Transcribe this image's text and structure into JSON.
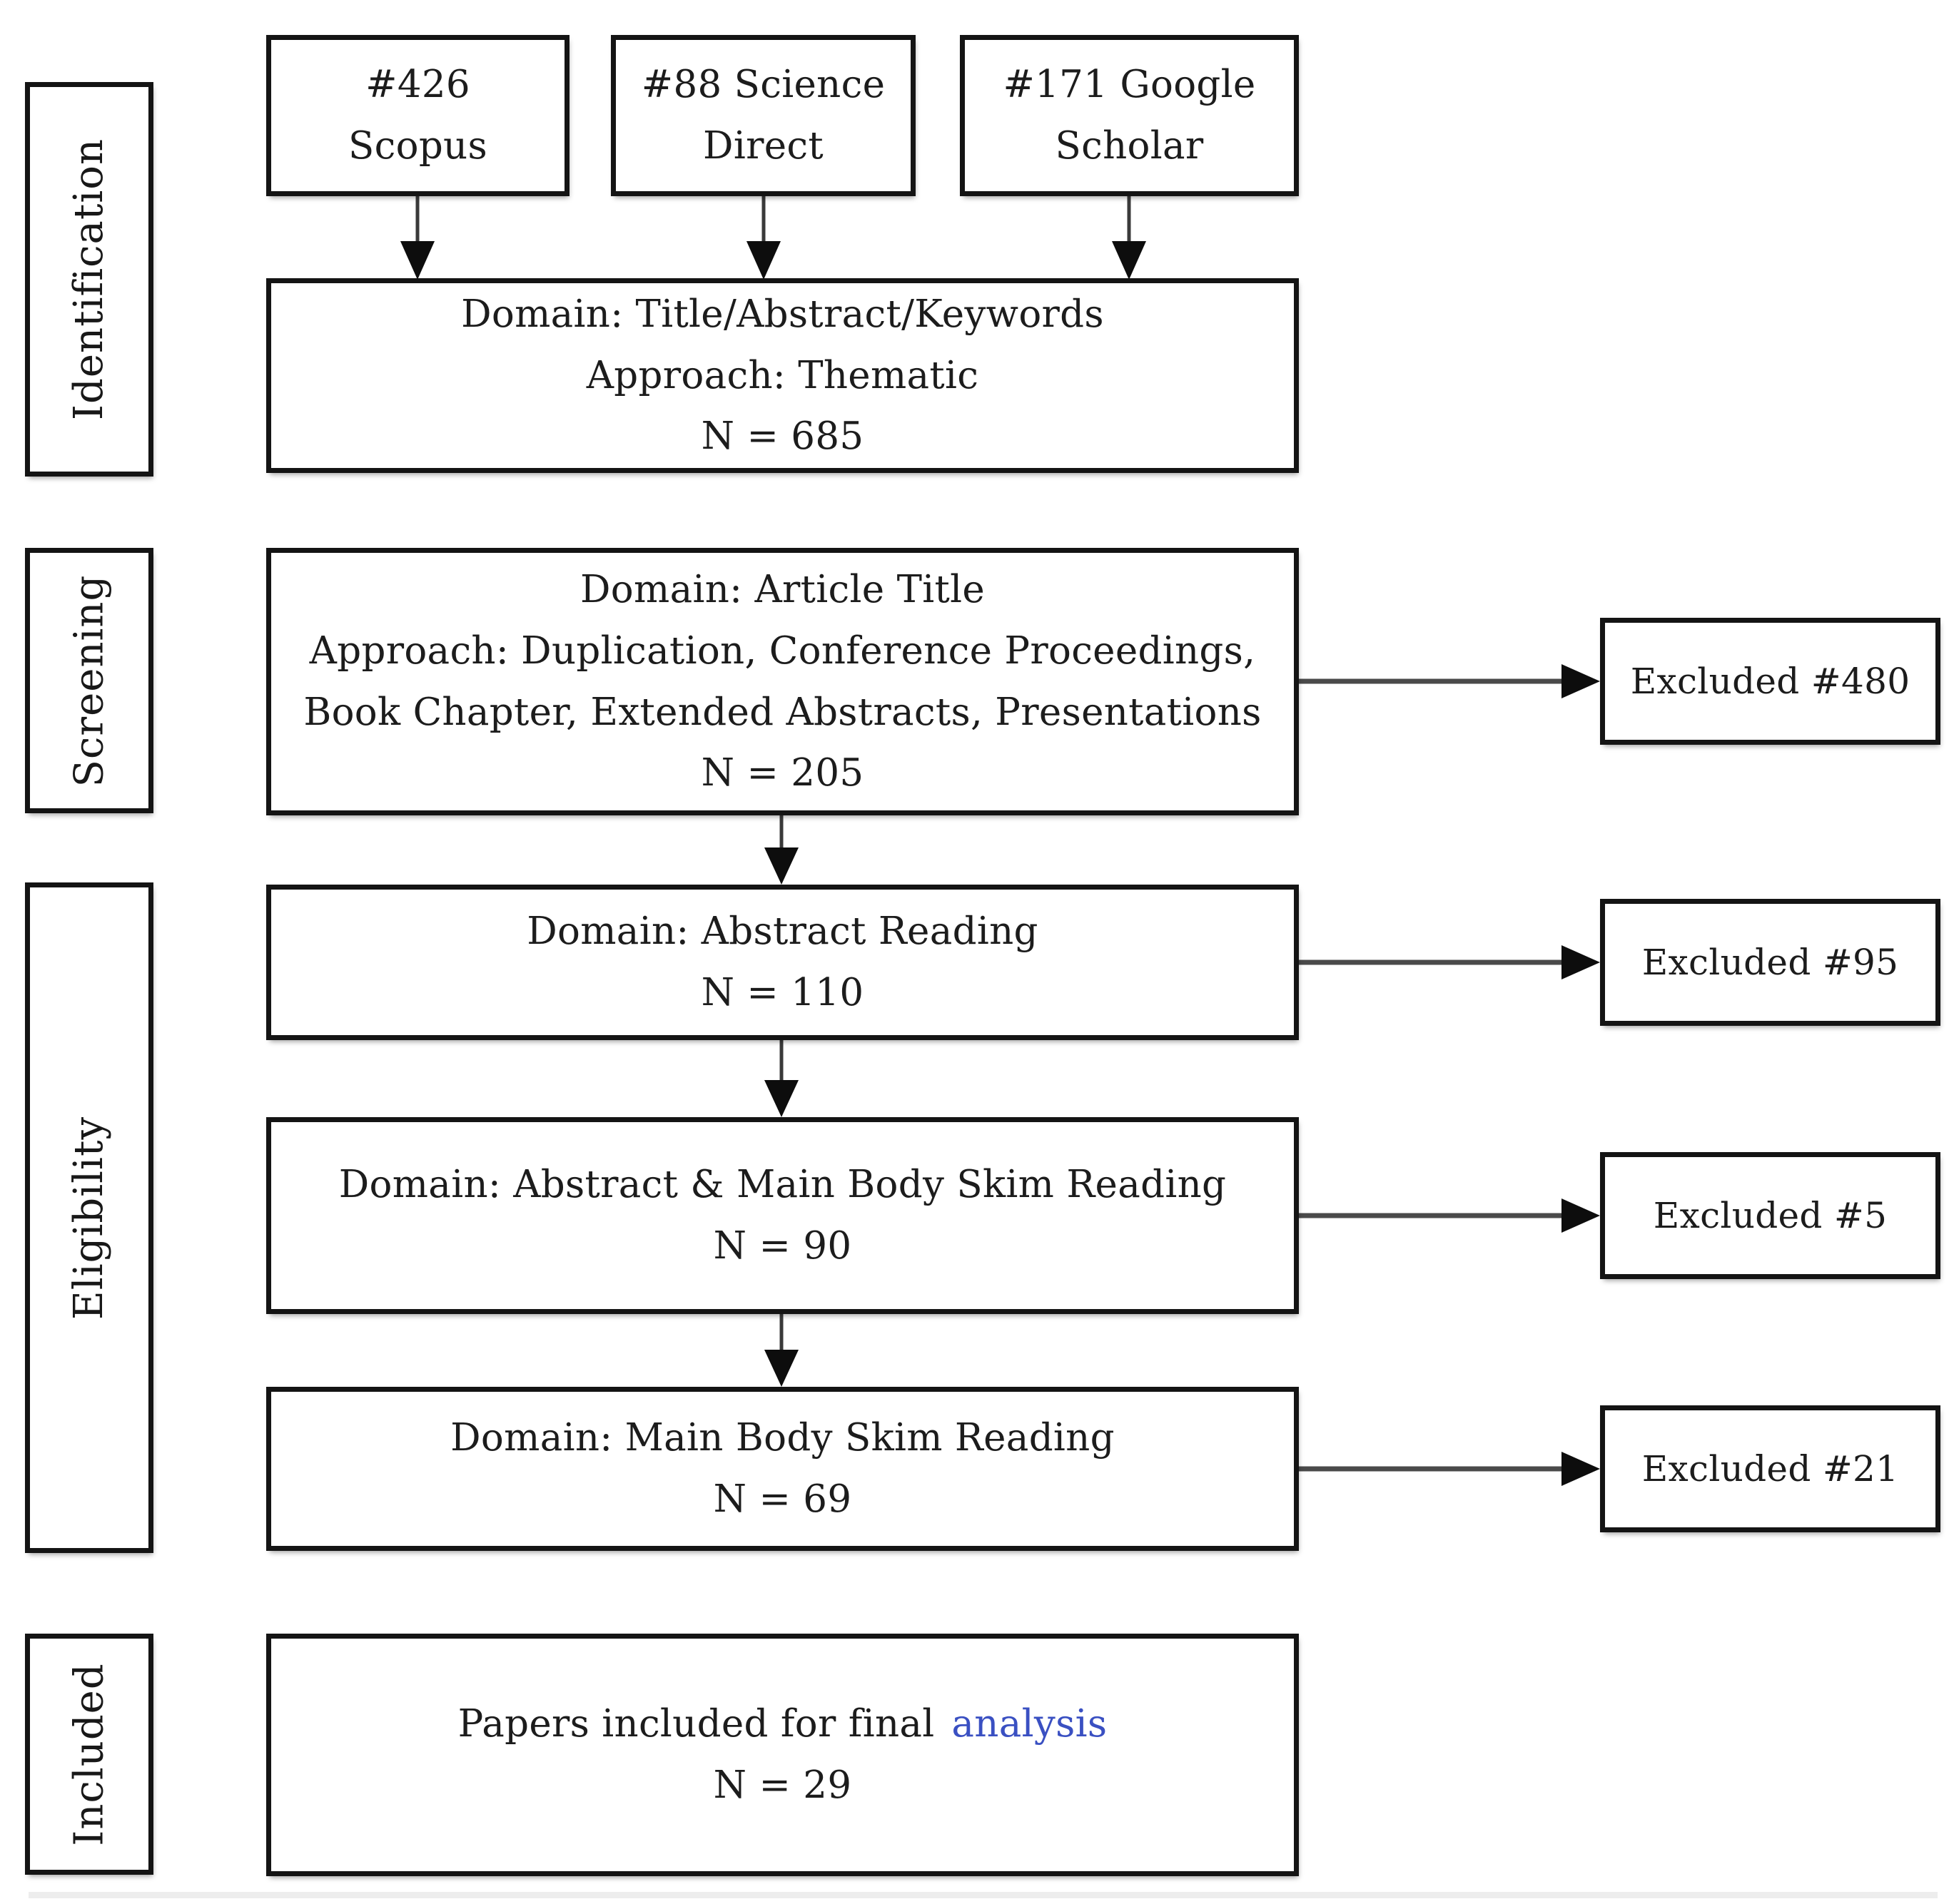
{
  "colors": {
    "accent": "#3a50c2",
    "ink": "#1c1c1c",
    "border": "#141414",
    "arrow": "#3a3a3a"
  },
  "stages": [
    {
      "label": "Identification"
    },
    {
      "label": "Screening"
    },
    {
      "label": "Eligibility"
    },
    {
      "label": "Included"
    }
  ],
  "sources": [
    {
      "line1": "#426",
      "line2": "Scopus"
    },
    {
      "line1": "#88 Science",
      "line2": "Direct"
    },
    {
      "line1": "#171 Google",
      "line2": "Scholar"
    }
  ],
  "steps": {
    "identification": {
      "lines": [
        "Domain: Title/Abstract/Keywords",
        "Approach: Thematic",
        "N = 685"
      ]
    },
    "screening": {
      "lines": [
        "Domain: Article Title",
        "Approach: Duplication, Conference Proceedings,",
        "Book Chapter, Extended Abstracts, Presentations",
        "N = 205"
      ]
    },
    "abstract_reading": {
      "lines": [
        "Domain: Abstract Reading",
        "N = 110"
      ]
    },
    "abstract_main_body_skim": {
      "lines": [
        "Domain: Abstract & Main Body Skim Reading",
        "N = 90"
      ]
    },
    "main_body_skim": {
      "lines": [
        "Domain: Main Body Skim Reading",
        "N = 69"
      ]
    },
    "included": {
      "prefix": "Papers included for final",
      "highlight": "analysis",
      "count": "N = 29"
    }
  },
  "excluded": [
    {
      "label": "Excluded #480"
    },
    {
      "label": "Excluded #95"
    },
    {
      "label": "Excluded #5"
    },
    {
      "label": "Excluded #21"
    }
  ]
}
